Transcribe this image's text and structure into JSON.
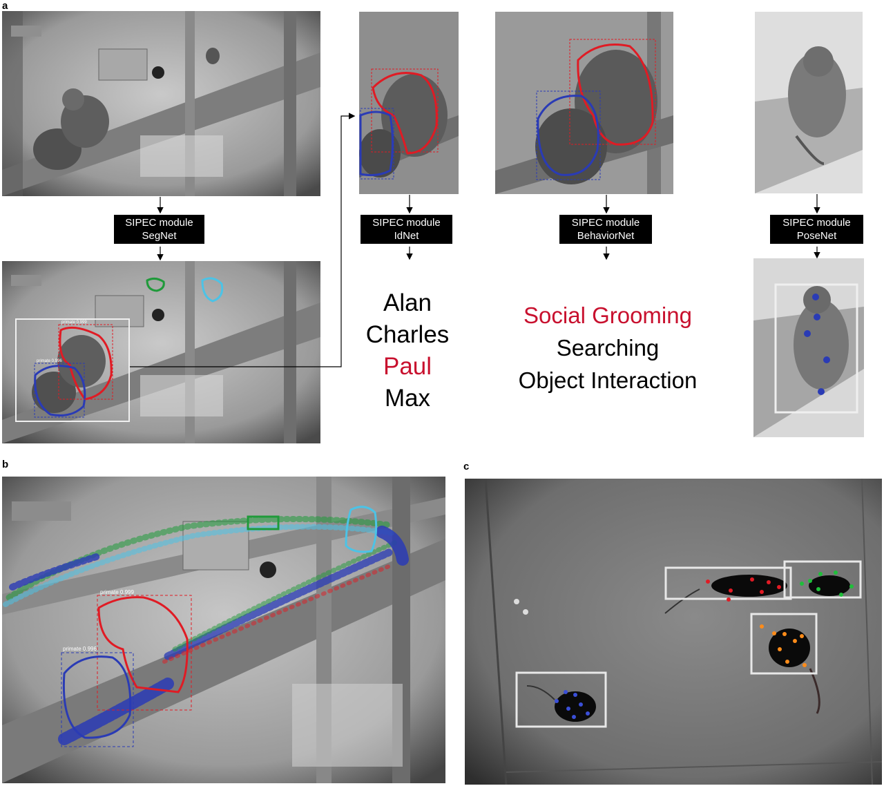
{
  "panels": {
    "a": "a",
    "b": "b",
    "c": "c"
  },
  "modules": [
    {
      "id": "segnet",
      "line1": "SIPEC module",
      "line2": "SegNet"
    },
    {
      "id": "idnet",
      "line1": "SIPEC module",
      "line2": "IdNet"
    },
    {
      "id": "behaviornet",
      "line1": "SIPEC module",
      "line2": "BehaviorNet"
    },
    {
      "id": "posenet",
      "line1": "SIPEC module",
      "line2": "PoseNet"
    }
  ],
  "identities": [
    "Alan",
    "Charles",
    "Paul",
    "Max"
  ],
  "behaviors": [
    "Social Grooming",
    "Searching",
    "Object Interaction"
  ],
  "detection_labels": {
    "primate_top": "primate 0.999",
    "primate_bottom": "primate 0.996"
  },
  "colors": {
    "highlight": "#c8102e",
    "mask_red": "#e01b24",
    "mask_blue": "#2a3bb5",
    "mask_green": "#1f9a3a",
    "mask_cyan": "#4cc3e6",
    "mouse_orange": "#ff8c1a",
    "box_white": "#e8e8e8",
    "module_bg": "#000000"
  }
}
